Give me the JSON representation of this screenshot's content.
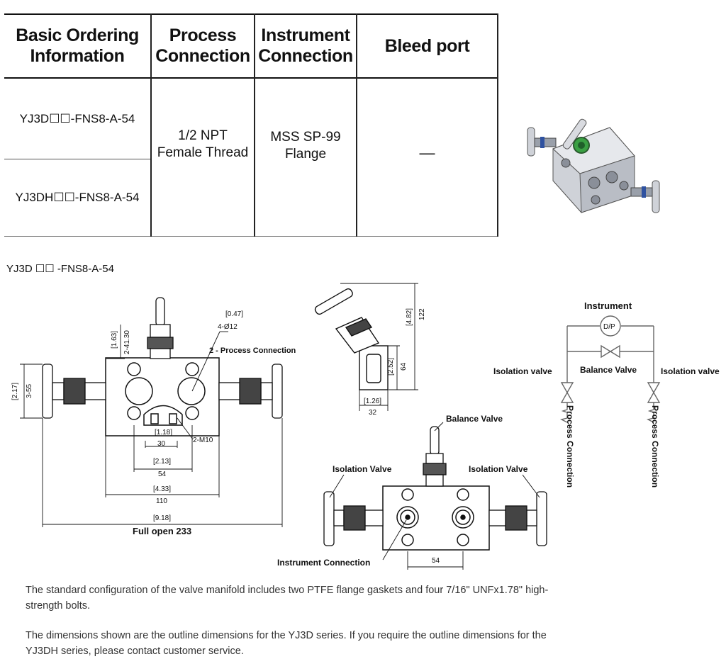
{
  "table": {
    "headers": [
      "Basic Ordering Information",
      "Process Connection",
      "Instrument Connection",
      "Bleed port"
    ],
    "model_codes": [
      "YJ3D☐☐-FNS8-A-54",
      "YJ3DH☐☐-FNS8-A-54"
    ],
    "process_connection": [
      "1/2 NPT",
      "Female Thread"
    ],
    "instrument_connection": [
      "MSS SP-99",
      "Flange"
    ],
    "bleed_port": "—"
  },
  "drawing": {
    "title": "YJ3D ☐☐ -FNS8-A-54",
    "front_view": {
      "dims_vertical": [
        "[1.63]",
        "2-41.30",
        "[2.17]",
        "3-55"
      ],
      "dim_holes": [
        "[0.47]",
        "4-Ø12"
      ],
      "process_connection_label": "2 - Process Connection",
      "dim_30": [
        "[1.18]",
        "30"
      ],
      "thread_label": "2-M10",
      "dim_54": [
        "[2.13]",
        "54"
      ],
      "dim_110": [
        "[4.33]",
        "110"
      ],
      "dim_233": [
        "[9.18]"
      ],
      "full_open_label": "Full open 233"
    },
    "side_view": {
      "dims_right": [
        "[4.82]",
        "122"
      ],
      "dims_inner": [
        "[2.52]",
        "64"
      ],
      "dims_bottom": [
        "[1.26]",
        "32"
      ]
    },
    "bottom_view": {
      "balance_valve": "Balance Valve",
      "isolation_left": "Isolation Valve",
      "isolation_right": "Isolation Valve",
      "instrument_connection": "Instrument Connection",
      "dim_54": "54"
    },
    "schematic": {
      "instrument": "Instrument",
      "dp": "D/P",
      "isolation_left": "Isolation valve",
      "balance": "Balance Valve",
      "isolation_right": "Isolation valve",
      "process_left": "Process Connection",
      "process_right": "Process Connection"
    }
  },
  "notes": [
    "The standard configuration of the valve manifold includes two PTFE flange gaskets and four 7/16\" UNFx1.78\" high-strength bolts.",
    "The dimensions shown are the outline dimensions for the YJ3D series. If you require the outline dimensions for the YJ3DH series, please contact customer service."
  ]
}
